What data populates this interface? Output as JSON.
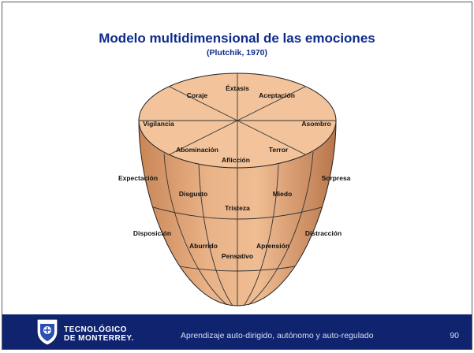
{
  "slide": {
    "title": "Modelo multidimensional de las emociones",
    "subtitle": "(Plutchik, 1970)"
  },
  "diagram": {
    "top_labels": [
      "Éxtasis",
      "Aceptación",
      "Asombro",
      "Terror",
      "Aflicción",
      "Abominación",
      "Vigilancia",
      "Coraje"
    ],
    "left_labels": [
      "Expectación",
      "Disposición"
    ],
    "right_labels": [
      "Sorpresa",
      "Distracción"
    ],
    "middle_labels": [
      "Disgusto",
      "Tristeza",
      "Miedo"
    ],
    "lower_labels": [
      "Aburrido",
      "Pensativo",
      "Aprensión"
    ],
    "colors": {
      "top": "#f3c49c",
      "body": "#e3a579",
      "stroke": "#222222"
    }
  },
  "footer": {
    "logo_line1": "TECNOLÓGICO",
    "logo_line2": "DE MONTERREY.",
    "text": "Aprendizaje auto-dirigido, autónomo y auto-regulado",
    "page_number": "90",
    "bar_color": "#10236e"
  }
}
